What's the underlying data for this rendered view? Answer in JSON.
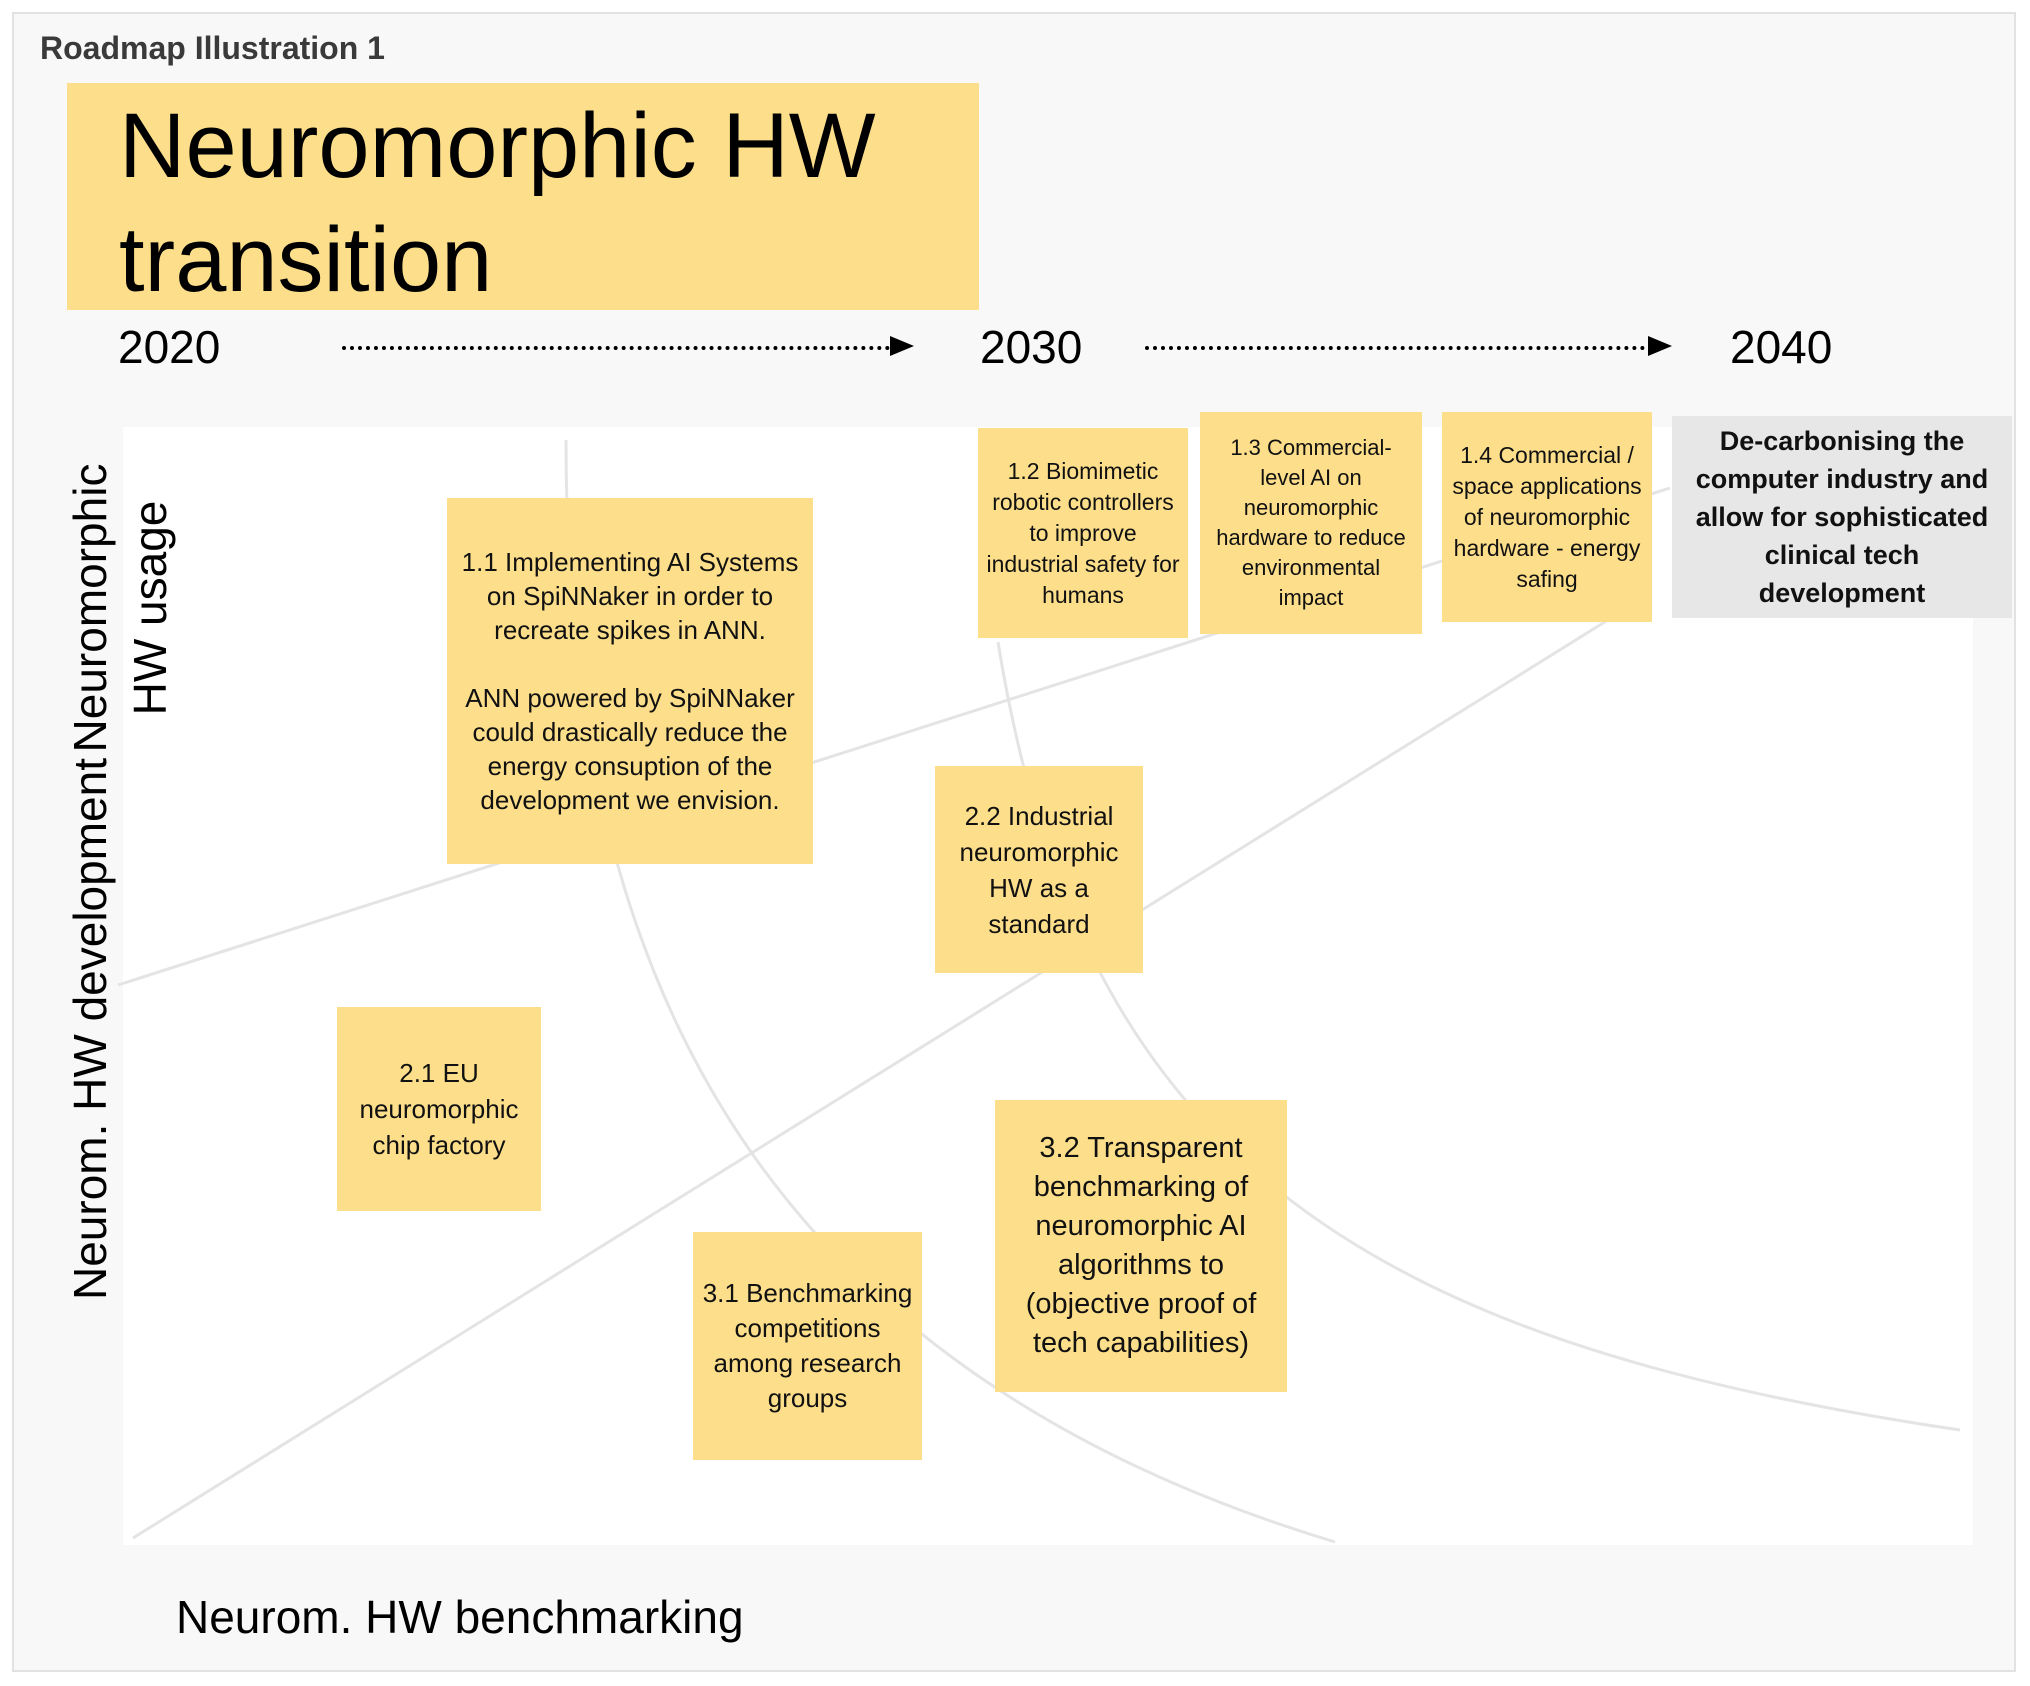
{
  "frame_label": "Roadmap Illustration 1",
  "title": "Neuromorphic HW transition",
  "timeline": {
    "years": [
      "2020",
      "2030",
      "2040"
    ]
  },
  "axes": {
    "hw_usage": "Neuromorphic HW usage",
    "hw_development": "Neurom. HW development",
    "hw_benchmarking": "Neurom. HW benchmarking"
  },
  "notes": {
    "n1_1": "1.1 Implementing AI Systems on SpiNNaker in order to recreate spikes in ANN.\n\nANN powered by SpiNNaker could drastically reduce the energy consuption of the development we envision.",
    "n1_2": "1.2 Biomimetic robotic controllers to improve industrial safety for humans",
    "n1_3": "1.3 Commercial-level AI on neuromorphic hardware to reduce environmental impact",
    "n1_4": "1.4 Commercial / space applications of neuromorphic hardware - energy safing",
    "n2_1": "2.1 EU neuromorphic chip factory",
    "n2_2": "2.2 Industrial neuromorphic HW as a standard",
    "n3_1": "3.1 Benchmarking competitions among research groups",
    "n3_2": "3.2 Transparent benchmarking of neuromorphic AI algorithms to (objective proof of tech capabilities)"
  },
  "goal": "De-carbonising the computer industry and allow for sophisticated clinical tech development",
  "colors": {
    "sticky": "#fddf8b",
    "goal": "#e7e7e7",
    "curve": "#e4e4e4"
  }
}
